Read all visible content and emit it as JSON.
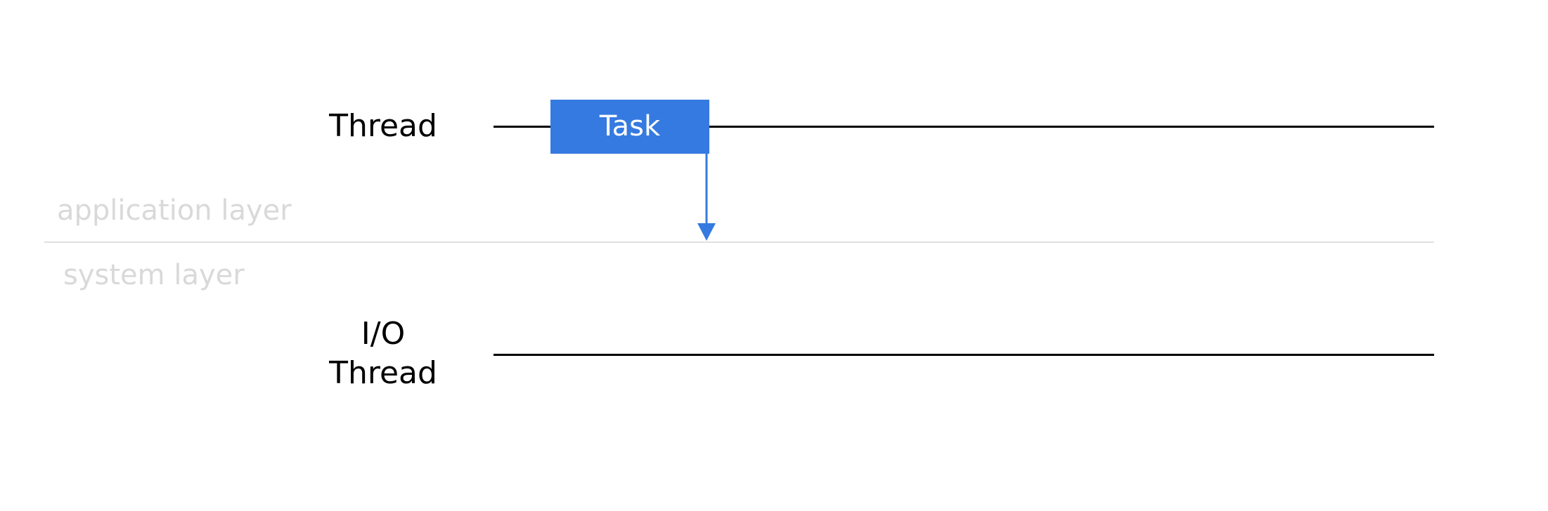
{
  "thread_lane": {
    "label": "Thread"
  },
  "io_lane": {
    "label_line1": "I/O",
    "label_line2": "Thread"
  },
  "task": {
    "label": "Task"
  },
  "layers": {
    "application": "application layer",
    "system": "system layer"
  },
  "colors": {
    "task_fill": "#357ae0",
    "task_text": "#ffffff",
    "arrow": "#357ae0",
    "timeline": "#000000",
    "layer_text": "#d9d9d9",
    "divider": "#e0e0e0"
  }
}
